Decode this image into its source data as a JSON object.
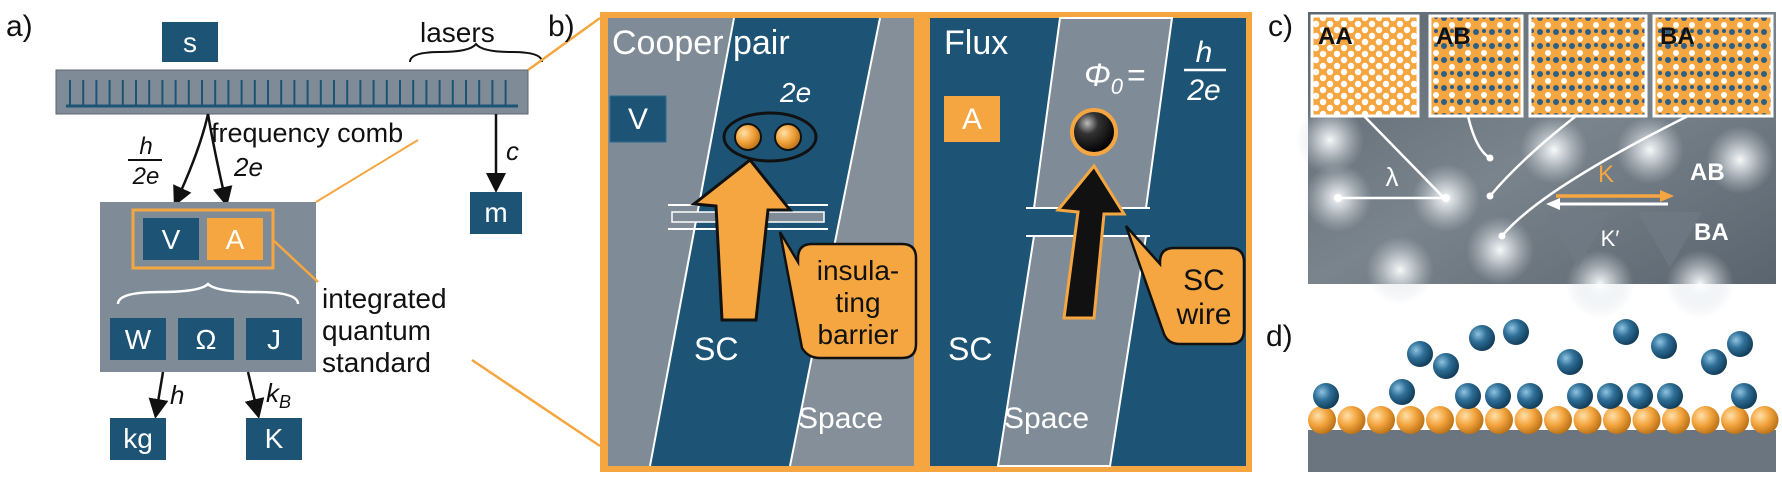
{
  "panel_a": {
    "label": "a)",
    "box_s": "s",
    "lasers": "lasers",
    "frequency_comb": "frequency comb",
    "frac_h": "h",
    "frac_2e": "2e",
    "label_2e": "2e",
    "label_c": "c",
    "box_m": "m",
    "box_V": "V",
    "box_A": "A",
    "box_W": "W",
    "box_Omega": "Ω",
    "box_J": "J",
    "integrated_line1": "integrated",
    "integrated_line2": "quantum",
    "integrated_line3": "standard",
    "label_h": "h",
    "label_kB_k": "k",
    "label_kB_sub": "B",
    "box_kg": "kg",
    "box_K": "K"
  },
  "panel_b": {
    "label": "b)",
    "cooper_pair": "Cooper pair",
    "label_2e": "2e",
    "box_V": "V",
    "sc_left": "SC",
    "barrier_line1": "insula-",
    "barrier_line2": "ting",
    "barrier_line3": "barrier",
    "space_left": "Space",
    "flux": "Flux",
    "phi0": "Φ",
    "phi0_sub": "0",
    "equals": "=",
    "frac_h": "h",
    "frac_2e": "2e",
    "box_A": "A",
    "sc_right": "SC",
    "wire_line1": "SC",
    "wire_line2": "wire",
    "space_right": "Space"
  },
  "panel_c": {
    "label": "c)",
    "inset_AA": "AA",
    "inset_AB": "AB",
    "inset_BA": "BA",
    "lambda": "λ",
    "K": "K",
    "K_prime": "K′",
    "AB": "AB",
    "BA": "BA"
  },
  "panel_d": {
    "label": "d)"
  },
  "colors": {
    "navy": "#1d5475",
    "orange": "#f5a640",
    "gray": "#7f8c97",
    "dark": "#111111"
  }
}
